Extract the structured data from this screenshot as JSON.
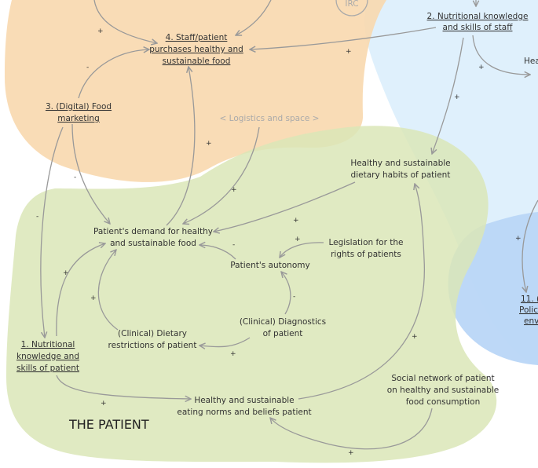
{
  "diagram": {
    "title": "THE PATIENT",
    "partial_circle_label": "IRC",
    "nodes": {
      "staff_purchases": [
        "4. Staff/patient",
        "purchases healthy and",
        "sustainable food"
      ],
      "staff_knowledge": [
        "2. Nutritional knowledge",
        "and skills of staff"
      ],
      "hea_partial": "Hea",
      "food_marketing": [
        "3. (Digital) Food",
        "marketing"
      ],
      "logistics": "< Logistics and space >",
      "healthy_habits": [
        "Healthy and sustainable",
        "dietary habits of patient"
      ],
      "patient_demand": [
        "Patient's demand for healthy",
        "and sustainable food"
      ],
      "legislation": [
        "Legislation for the",
        "rights of patients"
      ],
      "autonomy": "Patient's autonomy",
      "diagnostics": [
        "(Clinical) Diagnostics",
        "of patient"
      ],
      "dietary_restrictions": [
        "(Clinical) Dietary",
        "restrictions of patient"
      ],
      "patient_knowledge": [
        "1. Nutritional",
        "knowledge and",
        "skills of patient"
      ],
      "social_network": [
        "Social network of patient",
        "on healthy and sustainable",
        "food consumption"
      ],
      "eating_norms": [
        "Healthy and sustainable",
        "eating norms and beliefs patient"
      ],
      "policy_partial": [
        "11. (",
        "Polic",
        "env"
      ]
    },
    "signs": {
      "plus": "+",
      "minus": "-"
    },
    "colors": {
      "orange_region": "#f8d8ae",
      "lightblue_region": "#dceefc",
      "green_region": "#dbe6b7",
      "blue_region": "#b9d6f7",
      "edge": "#999999",
      "grey_text": "#aaaaaa"
    }
  }
}
